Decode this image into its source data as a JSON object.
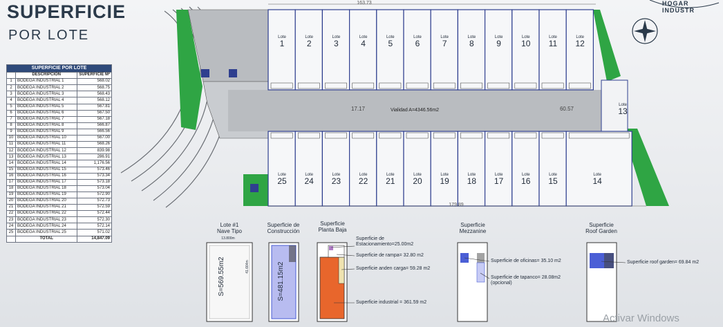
{
  "header": {
    "title": "SUPERFICIE",
    "subtitle": "POR LOTE",
    "brand": "HOGAR INDUSTR"
  },
  "table": {
    "caption": "SUPERFICIE POR LOTE",
    "col_desc": "DESCRIPCIÓN",
    "col_area": "SUPERFICIE M²",
    "rows": [
      [
        "1",
        "BODEGA INDUSTRIAL 1",
        "568.02"
      ],
      [
        "2",
        "BODEGA INDUSTRIAL 2",
        "568.75"
      ],
      [
        "3",
        "BODEGA INDUSTRIAL 3",
        "568.43"
      ],
      [
        "4",
        "BODEGA INDUSTRIAL 4",
        "568.12"
      ],
      [
        "5",
        "BODEGA INDUSTRIAL 5",
        "567.81"
      ],
      [
        "6",
        "BODEGA INDUSTRIAL 6",
        "567.50"
      ],
      [
        "7",
        "BODEGA INDUSTRIAL 7",
        "567.18"
      ],
      [
        "8",
        "BODEGA INDUSTRIAL 8",
        "566.87"
      ],
      [
        "9",
        "BODEGA INDUSTRIAL 9",
        "566.56"
      ],
      [
        "10",
        "BODEGA INDUSTRIAL 10",
        "567.00"
      ],
      [
        "11",
        "BODEGA INDUSTRIAL 11",
        "568.26"
      ],
      [
        "12",
        "BODEGA INDUSTRIAL 12",
        "839.98"
      ],
      [
        "13",
        "BODEGA INDUSTRIAL 13",
        "286.91"
      ],
      [
        "14",
        "BODEGA INDUSTRIAL 14",
        "1,176.56"
      ],
      [
        "15",
        "BODEGA INDUSTRIAL 15",
        "573.46"
      ],
      [
        "16",
        "BODEGA INDUSTRIAL 16",
        "573.34"
      ],
      [
        "17",
        "BODEGA INDUSTRIAL 17",
        "573.18"
      ],
      [
        "18",
        "BODEGA INDUSTRIAL 18",
        "573.04"
      ],
      [
        "19",
        "BODEGA INDUSTRIAL 19",
        "572.90"
      ],
      [
        "20",
        "BODEGA INDUSTRIAL 20",
        "572.73"
      ],
      [
        "21",
        "BODEGA INDUSTRIAL 21",
        "572.59"
      ],
      [
        "22",
        "BODEGA INDUSTRIAL 22",
        "572.44"
      ],
      [
        "23",
        "BODEGA INDUSTRIAL 23",
        "572.30"
      ],
      [
        "24",
        "BODEGA INDUSTRIAL 24",
        "572.14"
      ],
      [
        "25",
        "BODEGA INDUSTRIAL 25",
        "571.02"
      ]
    ],
    "total_label": "TOTAL",
    "total_value": "14,847.09"
  },
  "plan": {
    "dim_top": "163.73",
    "dim_bottom": "179.89",
    "dim_left": "17.17",
    "dim_right": "60.57",
    "road": "Vialidad A=4346.56m2",
    "lot_word": "Lote",
    "top_lots": [
      "1",
      "2",
      "3",
      "4",
      "5",
      "6",
      "7",
      "8",
      "9",
      "10",
      "11",
      "12"
    ],
    "right_lot": "13",
    "bottom_lots": [
      "25",
      "24",
      "23",
      "22",
      "21",
      "20",
      "19",
      "18",
      "17",
      "16",
      "15",
      "14"
    ]
  },
  "details": {
    "tipo_title": "Lote #1\nNave Tipo",
    "tipo_area": "S=569.55m2",
    "tipo_width": "13.800m",
    "tipo_depth": "41.664m",
    "cons_title": "Superficie de\nConstrucción",
    "cons_area": "S=481.15m2",
    "pb_title": "Superficie\nPlanta Baja",
    "pb_estac": "Superficie de\nEstacionamiento=25.00m2",
    "pb_rampa": "Superficie de rampa= 32.80 m2",
    "pb_anden": "Superficie anden carga= 59.28 m2",
    "pb_ind": "Superficie industrial = 361.59 m2",
    "mez_title": "Superficie\nMezzanine",
    "mez_ofic": "Superficie de oficinas= 35.10 m2",
    "mez_tap": "Superficie de tapanco= 28.08m2\n(opcional)",
    "roof_title": "Superficie\nRoof Garden",
    "roof_sup": "Superficie roof garden= 69.84 m2"
  },
  "watermark": "Activar Windows",
  "colors": {
    "lot_line": "#2f3f8f",
    "green": "#2fa544",
    "road": "#b9bcc0",
    "industrial": "#e8662c",
    "blue_fill": "#4b5fd6"
  }
}
